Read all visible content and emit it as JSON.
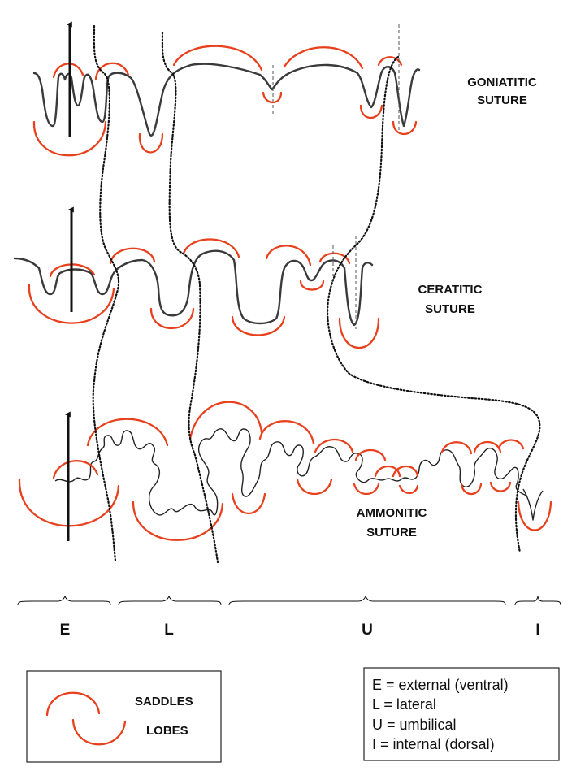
{
  "labels": {
    "goniatitic": [
      "GONIATITIC",
      "SUTURE"
    ],
    "ceratitic": [
      "CERATITIC",
      "SUTURE"
    ],
    "ammonitic": [
      "AMMONITIC",
      "SUTURE"
    ]
  },
  "segments": [
    "E",
    "L",
    "U",
    "I"
  ],
  "legend": {
    "saddles": "SADDLES",
    "lobes": "LOBES"
  },
  "definitions": [
    "E = external (ventral)",
    "L = lateral",
    "U = umbilical",
    "I = internal (dorsal)"
  ],
  "colors": {
    "saddle_lobe": "#e8401c",
    "suture": "#3a3a3a"
  }
}
